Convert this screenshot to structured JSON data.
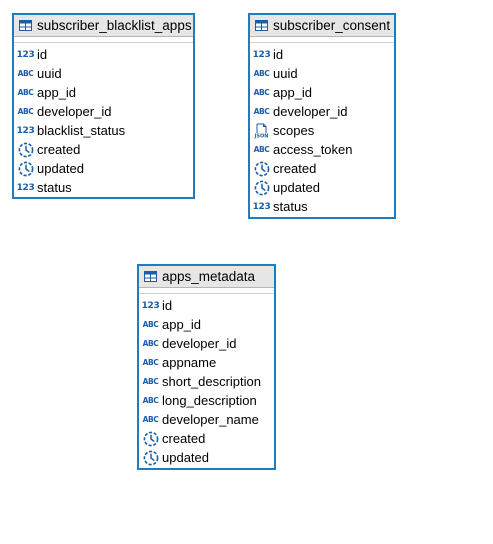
{
  "entities": [
    {
      "title": "subscriber_blacklist_apps",
      "columns": [
        {
          "name": "id",
          "type": "number"
        },
        {
          "name": "uuid",
          "type": "text"
        },
        {
          "name": "app_id",
          "type": "text"
        },
        {
          "name": "developer_id",
          "type": "text"
        },
        {
          "name": "blacklist_status",
          "type": "number"
        },
        {
          "name": "created",
          "type": "datetime"
        },
        {
          "name": "updated",
          "type": "datetime"
        },
        {
          "name": "status",
          "type": "number"
        }
      ]
    },
    {
      "title": "subscriber_consent",
      "columns": [
        {
          "name": "id",
          "type": "number"
        },
        {
          "name": "uuid",
          "type": "text"
        },
        {
          "name": "app_id",
          "type": "text"
        },
        {
          "name": "developer_id",
          "type": "text"
        },
        {
          "name": "scopes",
          "type": "json"
        },
        {
          "name": "access_token",
          "type": "text"
        },
        {
          "name": "created",
          "type": "datetime"
        },
        {
          "name": "updated",
          "type": "datetime"
        },
        {
          "name": "status",
          "type": "number"
        }
      ]
    },
    {
      "title": "apps_metadata",
      "columns": [
        {
          "name": "id",
          "type": "number"
        },
        {
          "name": "app_id",
          "type": "text"
        },
        {
          "name": "developer_id",
          "type": "text"
        },
        {
          "name": "appname",
          "type": "text"
        },
        {
          "name": "short_description",
          "type": "text"
        },
        {
          "name": "long_description",
          "type": "text"
        },
        {
          "name": "developer_name",
          "type": "text"
        },
        {
          "name": "created",
          "type": "datetime"
        },
        {
          "name": "updated",
          "type": "datetime"
        }
      ]
    }
  ],
  "type_icons": {
    "number": {
      "label": "123",
      "icon": "numeric-type-icon"
    },
    "text": {
      "label": "ABC",
      "icon": "text-type-icon"
    },
    "json": {
      "label": "JSON",
      "icon": "json-type-icon"
    },
    "datetime": {
      "label": "",
      "icon": "datetime-type-icon"
    }
  },
  "colors": {
    "border": "#1a7fc2",
    "header_bg": "#e6e6e6",
    "type_icon": "#1b5ea8"
  }
}
